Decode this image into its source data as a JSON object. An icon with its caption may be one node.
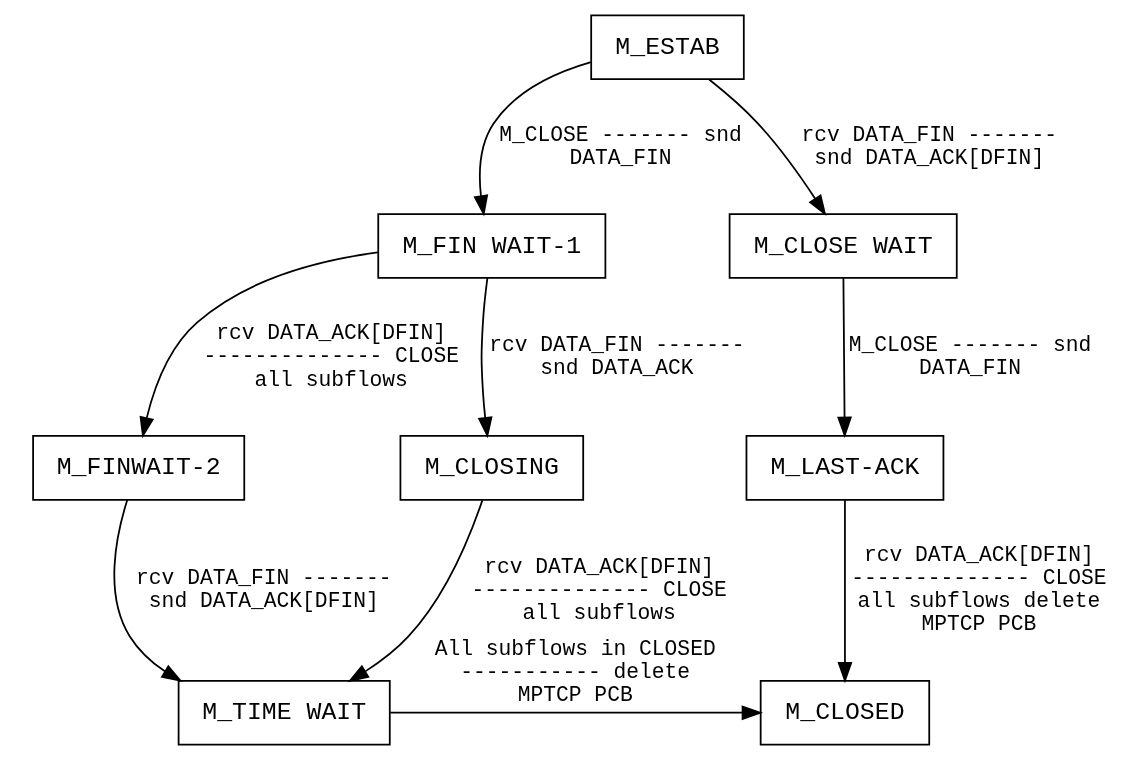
{
  "diagram": {
    "nodes": [
      {
        "text": [
          "M_ESTAB"
        ]
      },
      {
        "text": [
          "M_FIN WAIT-1"
        ]
      },
      {
        "text": [
          "M_CLOSE WAIT"
        ]
      },
      {
        "text": [
          "M_FINWAIT-2"
        ]
      },
      {
        "text": [
          "M_CLOSING"
        ]
      },
      {
        "text": [
          "M_LAST-ACK"
        ]
      },
      {
        "text": [
          "M_TIME WAIT"
        ]
      },
      {
        "text": [
          "M_CLOSED"
        ]
      }
    ],
    "edges": [
      {
        "from": 0,
        "to": 1,
        "arrow": "to",
        "label": "M_CLOSE ------- snd DATA_FIN"
      },
      {
        "from": 0,
        "to": 2,
        "arrow": "to",
        "label": "rcv DATA_FIN ------- snd DATA_ACK[DFIN]"
      },
      {
        "from": 1,
        "to": 3,
        "arrow": "to",
        "label": "rcv DATA_ACK[DFIN] -------------- CLOSE all subflows"
      },
      {
        "from": 1,
        "to": 4,
        "arrow": "to",
        "label": "rcv DATA_FIN ------- snd DATA_ACK"
      },
      {
        "from": 2,
        "to": 5,
        "arrow": "to",
        "label": "M_CLOSE ------- snd DATA_FIN"
      },
      {
        "from": 3,
        "to": 6,
        "arrow": "to",
        "label": "rcv DATA_FIN ------- snd DATA_ACK[DFIN]"
      },
      {
        "from": 4,
        "to": 6,
        "arrow": "to",
        "label": "rcv DATA_ACK[DFIN] -------------- CLOSE all subflows"
      },
      {
        "from": 5,
        "to": 7,
        "arrow": "to",
        "label": "rcv DATA_ACK[DFIN] -------------- CLOSE all subflows delete MPTCP PCB"
      },
      {
        "from": 6,
        "to": 7,
        "arrow": "to",
        "label": "All subflows in CLOSED ----------- delete MPTCP PCB"
      }
    ]
  }
}
